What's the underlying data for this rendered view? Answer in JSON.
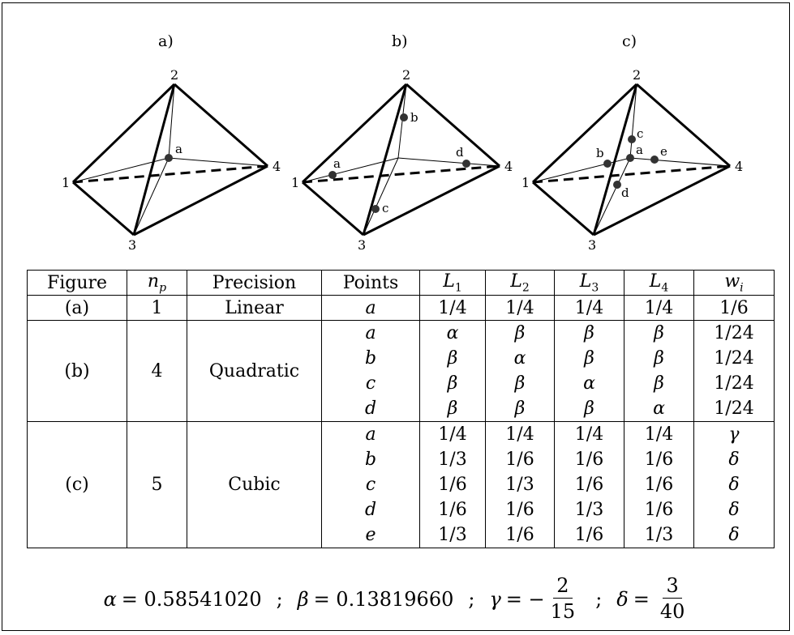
{
  "panels": [
    {
      "label": "a)",
      "points": [
        "a"
      ]
    },
    {
      "label": "b)",
      "points": [
        "a",
        "b",
        "c",
        "d"
      ]
    },
    {
      "label": "c)",
      "points": [
        "a",
        "b",
        "c",
        "d",
        "e"
      ]
    }
  ],
  "vertex_labels": [
    "1",
    "2",
    "3",
    "4"
  ],
  "table": {
    "headers": {
      "figure": "Figure",
      "np": "n",
      "np_sub": "p",
      "precision": "Precision",
      "points": "Points",
      "L1": "L",
      "L1_sub": "1",
      "L2": "L",
      "L2_sub": "2",
      "L3": "L",
      "L3_sub": "3",
      "L4": "L",
      "L4_sub": "4",
      "wi": "w",
      "wi_sub": "i"
    },
    "groups": [
      {
        "figure": "(a)",
        "np": "1",
        "precision": "Linear",
        "points": [
          "a"
        ],
        "L1": [
          "1/4"
        ],
        "L2": [
          "1/4"
        ],
        "L3": [
          "1/4"
        ],
        "L4": [
          "1/4"
        ],
        "w": [
          "1/6"
        ]
      },
      {
        "figure": "(b)",
        "np": "4",
        "precision": "Quadratic",
        "points": [
          "a",
          "b",
          "c",
          "d"
        ],
        "L1": [
          "α",
          "β",
          "β",
          "β"
        ],
        "L2": [
          "β",
          "α",
          "β",
          "β"
        ],
        "L3": [
          "β",
          "β",
          "α",
          "β"
        ],
        "L4": [
          "β",
          "β",
          "β",
          "α"
        ],
        "w": [
          "1/24",
          "1/24",
          "1/24",
          "1/24"
        ]
      },
      {
        "figure": "(c)",
        "np": "5",
        "precision": "Cubic",
        "points": [
          "a",
          "b",
          "c",
          "d",
          "e"
        ],
        "L1": [
          "1/4",
          "1/3",
          "1/6",
          "1/6",
          "1/3"
        ],
        "L2": [
          "1/4",
          "1/6",
          "1/3",
          "1/6",
          "1/6"
        ],
        "L3": [
          "1/4",
          "1/6",
          "1/6",
          "1/3",
          "1/6"
        ],
        "L4": [
          "1/4",
          "1/6",
          "1/6",
          "1/6",
          "1/3"
        ],
        "w": [
          "γ",
          "δ",
          "δ",
          "δ",
          "δ"
        ]
      }
    ]
  },
  "constants": {
    "alpha_sym": "α",
    "alpha_val": "= 0.58541020",
    "sep": ";",
    "beta_sym": "β",
    "beta_val": "= 0.13819660",
    "gamma_sym": "γ",
    "gamma_eq": "= −",
    "gamma_num": "2",
    "gamma_den": "15",
    "delta_sym": "δ",
    "delta_eq": "=",
    "delta_num": "3",
    "delta_den": "40"
  }
}
